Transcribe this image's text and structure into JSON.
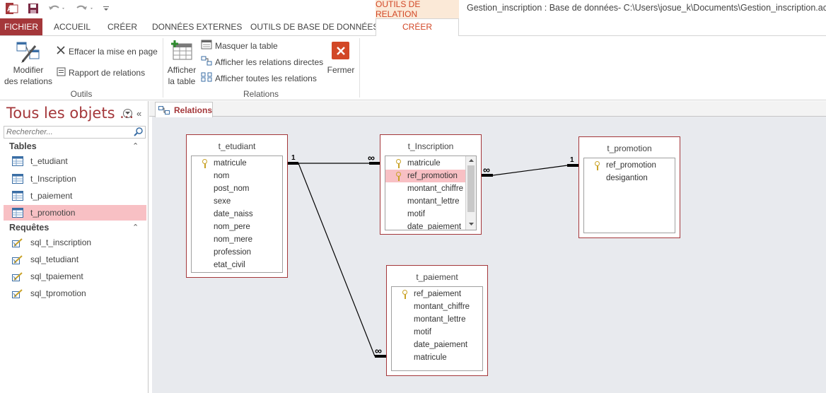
{
  "window": {
    "title": "Gestion_inscription : Base de données- C:\\Users\\josue_k\\Documents\\Gestion_inscription.accdb (Fo",
    "contextual_tab_group": "OUTILS DE RELATION"
  },
  "tabs": [
    {
      "label": "FICHIER"
    },
    {
      "label": "ACCUEIL"
    },
    {
      "label": "CRÉER"
    },
    {
      "label": "DONNÉES EXTERNES"
    },
    {
      "label": "OUTILS DE BASE DE DONNÉES"
    },
    {
      "label": "CRÉER"
    }
  ],
  "ribbon": {
    "outils": {
      "label": "Outils",
      "modifier_l1": "Modifier",
      "modifier_l2": "des relations",
      "effacer": "Effacer la mise en page",
      "rapport": "Rapport de relations"
    },
    "relations": {
      "label": "Relations",
      "afficher_l1": "Afficher",
      "afficher_l2": "la table",
      "masquer": "Masquer la table",
      "directes": "Afficher les relations directes",
      "toutes": "Afficher toutes les relations",
      "fermer": "Fermer"
    }
  },
  "nav": {
    "title": "Tous les objets ...",
    "search_placeholder": "Rechercher...",
    "tables_header": "Tables",
    "tables": [
      "t_etudiant",
      "t_Inscription",
      "t_paiement",
      "t_promotion"
    ],
    "queries_header": "Requêtes",
    "queries": [
      "sql_t_inscription",
      "sql_tetudiant",
      "sql_tpaiement",
      "sql_tpromotion"
    ],
    "selected_table": "t_promotion"
  },
  "document_tab": {
    "label": "Relations"
  },
  "diagram": {
    "tables": [
      {
        "name": "t_etudiant",
        "fields": [
          "matricule",
          "nom",
          "post_nom",
          "sexe",
          "date_naiss",
          "nom_pere",
          "nom_mere",
          "profession",
          "etat_civil"
        ],
        "keys": [
          "matricule"
        ]
      },
      {
        "name": "t_Inscription",
        "fields": [
          "matricule",
          "ref_promotion",
          "montant_chiffre",
          "montant_lettre",
          "motif",
          "date_paiement"
        ],
        "keys": [
          "matricule",
          "ref_promotion"
        ],
        "selected": "ref_promotion"
      },
      {
        "name": "t_promotion",
        "fields": [
          "ref_promotion",
          "desigantion"
        ],
        "keys": [
          "ref_promotion"
        ]
      },
      {
        "name": "t_paiement",
        "fields": [
          "ref_paiement",
          "montant_chiffre",
          "montant_lettre",
          "motif",
          "date_paiement",
          "matricule"
        ],
        "keys": [
          "ref_paiement"
        ]
      }
    ],
    "relationships": [
      {
        "from": "t_etudiant.matricule",
        "to": "t_Inscription.matricule",
        "one": "1",
        "many": "∞"
      },
      {
        "from": "t_promotion.ref_promotion",
        "to": "t_Inscription.ref_promotion",
        "one": "1",
        "many": "∞"
      },
      {
        "from": "t_etudiant.matricule",
        "to": "t_paiement.matricule",
        "one": "1",
        "many": "∞"
      }
    ]
  },
  "colors": {
    "accent": "#a4373a",
    "contextual": "#d24726",
    "selection": "#f8c0c4",
    "canvas": "#e8eaee"
  }
}
